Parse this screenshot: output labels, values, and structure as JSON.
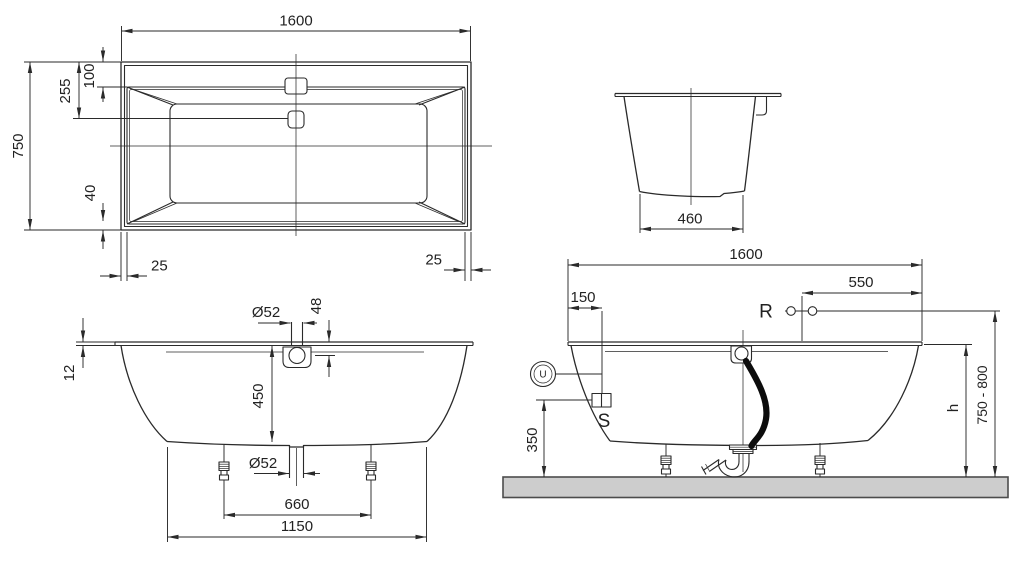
{
  "title": "Bathtub technical dimension drawing",
  "colors": {
    "line": "#2a2a2a",
    "floor_fill": "#cdcdcd",
    "floor_stroke": "#4c4c4c"
  },
  "plan_view": {
    "length": "1600",
    "width": "750",
    "head_rim_width": "100",
    "overflow_offset": "255",
    "foot_rim_width": "40",
    "rim_left": "25",
    "rim_right": "25"
  },
  "end_view": {
    "base_width": "460"
  },
  "front_view": {
    "overflow_diameter": "Ø52",
    "overflow_drop": "48",
    "rim_height": "12",
    "inner_depth": "450",
    "drain_diameter": "Ø52",
    "feet_spacing": "660",
    "base_length": "1150"
  },
  "side_view": {
    "length": "1600",
    "tap_offset": "550",
    "overflow_offset": "150",
    "tap_label": "R",
    "socket_label": "U",
    "switch_label": "S",
    "drain_clearance": "350",
    "height_label": "h",
    "install_height_range": "750 - 800"
  }
}
